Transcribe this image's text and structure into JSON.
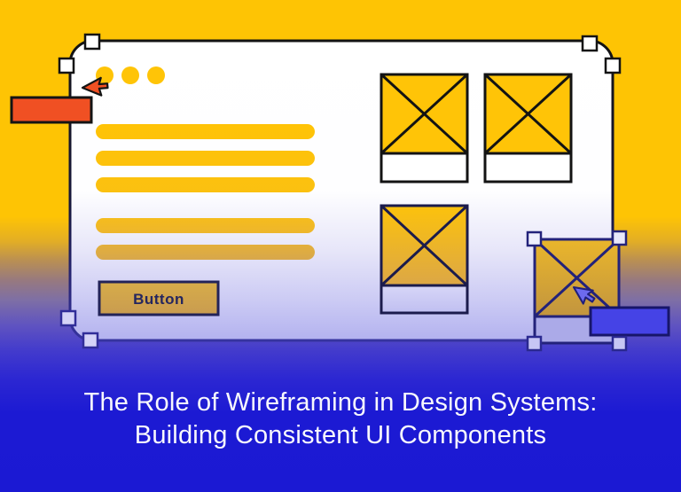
{
  "title": {
    "line1": "The Role of Wireframing in Design Systems:",
    "line2": "Building Consistent UI Components"
  },
  "wireframe": {
    "button_label": "Button",
    "window_dots_count": 3,
    "text_line_bars_count": 5,
    "image_placeholders_count": 4,
    "selection_handles_count": 10,
    "cursors": [
      "orange-cursor",
      "blue-cursor"
    ]
  },
  "colors": {
    "background_top": "#FEC404",
    "background_bottom": "#1B19D3",
    "window_fill_top": "#FFFFFF",
    "window_fill_bottom": "#B3B2EF",
    "placeholder_yellow": "#FFC407",
    "accent_orange": "#F05023",
    "accent_blue_rect": "#4543E6",
    "outline_black": "#131313",
    "outline_navy": "#23227A",
    "button_fill": "#D4A84C",
    "button_text": "#24265F",
    "title_text": "#F8F8FD"
  }
}
